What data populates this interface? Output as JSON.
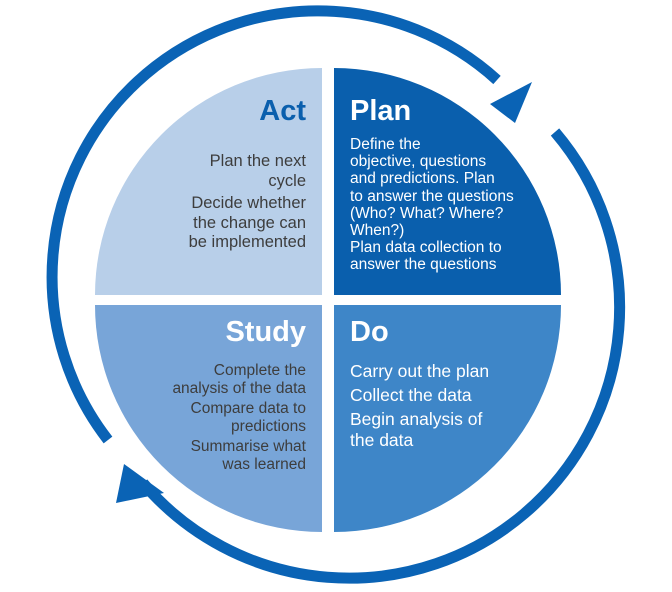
{
  "colors": {
    "act": "#b8cfe9",
    "plan": "#0a5fad",
    "study": "#78a5d8",
    "do": "#3e86c8",
    "arrow": "#0a63b5",
    "heading_dark": "#0a5fad",
    "text_dark": "#3d3d3d",
    "text_light": "#ffffff"
  },
  "quadrants": {
    "act": {
      "heading": "Act",
      "lines": [
        "Plan the next",
        "cycle",
        "Decide whether",
        "the change can",
        "be implemented"
      ]
    },
    "plan": {
      "heading": "Plan",
      "lines": [
        "Define the",
        "objective, questions",
        "and predictions. Plan",
        "to answer the questions",
        "(Who? What? Where?",
        "When?)",
        "Plan data collection to",
        "answer the questions"
      ]
    },
    "study": {
      "heading": "Study",
      "lines": [
        "Complete the",
        "analysis of the data",
        "Compare data to",
        "predictions",
        "Summarise what",
        "was learned"
      ]
    },
    "do": {
      "heading": "Do",
      "lines": [
        "Carry out the plan",
        "Collect the data",
        "Begin analysis of",
        "the data"
      ]
    }
  },
  "icons": {
    "cycle_arrow_top_right": "arrow-head",
    "cycle_arrow_bottom_left": "arrow-head"
  }
}
